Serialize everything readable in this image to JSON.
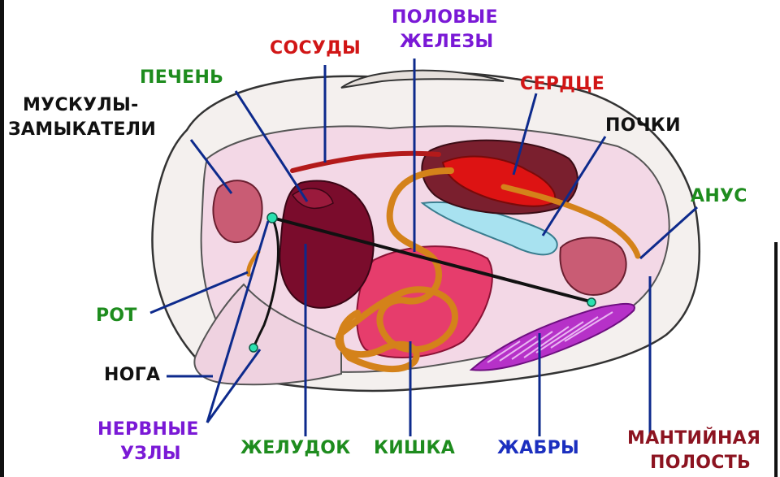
{
  "colors": {
    "green": "#1e8c1e",
    "red": "#d11616",
    "purple": "#7a19d6",
    "blue": "#1b2fbf",
    "maroon": "#8c1320",
    "black": "#111111",
    "leader": "#0d2a8c",
    "shell": "#f4f0ee",
    "mantle": "#f3d8e6",
    "stomach": "#7a0c2c",
    "gonad": "#e63d6c",
    "intestine": "#d4821a",
    "heart": "#dd1313",
    "kidney": "#a8e2f0",
    "gills": "#b631c8",
    "muscle": "#c95c74"
  },
  "labels": {
    "muscles_line1": "МУСКУЛЫ-",
    "muscles_line2": "ЗАМЫКАТЕЛИ",
    "liver": "ПЕЧЕНЬ",
    "vessels": "СОСУДЫ",
    "gonads_line1": "ПОЛОВЫЕ",
    "gonads_line2": "ЖЕЛЕЗЫ",
    "heart": "СЕРДЦЕ",
    "kidneys": "ПОЧКИ",
    "anus": "АНУС",
    "mouth": "РОТ",
    "foot": "НОГА",
    "ganglia_line1": "НЕРВНЫЕ",
    "ganglia_line2": "УЗЛЫ",
    "stomach": "ЖЕЛУДОК",
    "intestine": "КИШКА",
    "gills": "ЖАБРЫ",
    "mantle_line1": "МАНТИЙНАЯ",
    "mantle_line2": "ПОЛОСТЬ"
  }
}
